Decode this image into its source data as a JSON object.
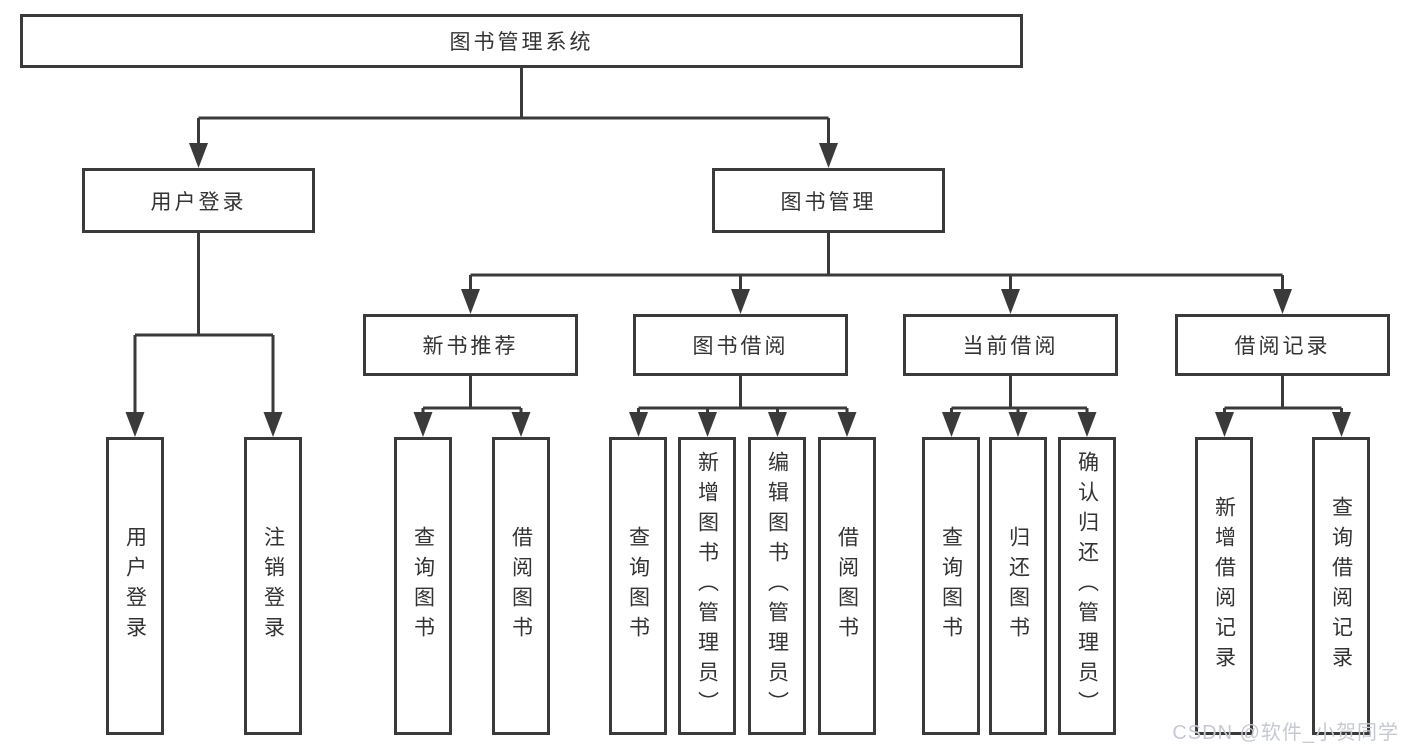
{
  "colors": {
    "bg": "#ffffff",
    "line": "#3a3a3a",
    "box-border": "#3a3a3a",
    "text": "#333333",
    "watermark": "#c6cad0"
  },
  "watermark": {
    "text": "CSDN @软件_小贺同学"
  },
  "tree": {
    "label": "图书管理系统",
    "children": [
      {
        "label": "用户登录",
        "children": [
          {
            "label": "用户登录"
          },
          {
            "label": "注销登录"
          }
        ]
      },
      {
        "label": "图书管理",
        "children": [
          {
            "label": "新书推荐",
            "children": [
              {
                "label": "查询图书"
              },
              {
                "label": "借阅图书"
              }
            ]
          },
          {
            "label": "图书借阅",
            "children": [
              {
                "label": "查询图书"
              },
              {
                "label": "新增图书（管理员）"
              },
              {
                "label": "编辑图书（管理员）"
              },
              {
                "label": "借阅图书"
              }
            ]
          },
          {
            "label": "当前借阅",
            "children": [
              {
                "label": "查询图书"
              },
              {
                "label": "归还图书"
              },
              {
                "label": "确认归还（管理员）"
              }
            ]
          },
          {
            "label": "借阅记录",
            "children": [
              {
                "label": "新增借阅记录"
              },
              {
                "label": "查询借阅记录"
              }
            ]
          }
        ]
      }
    ]
  }
}
